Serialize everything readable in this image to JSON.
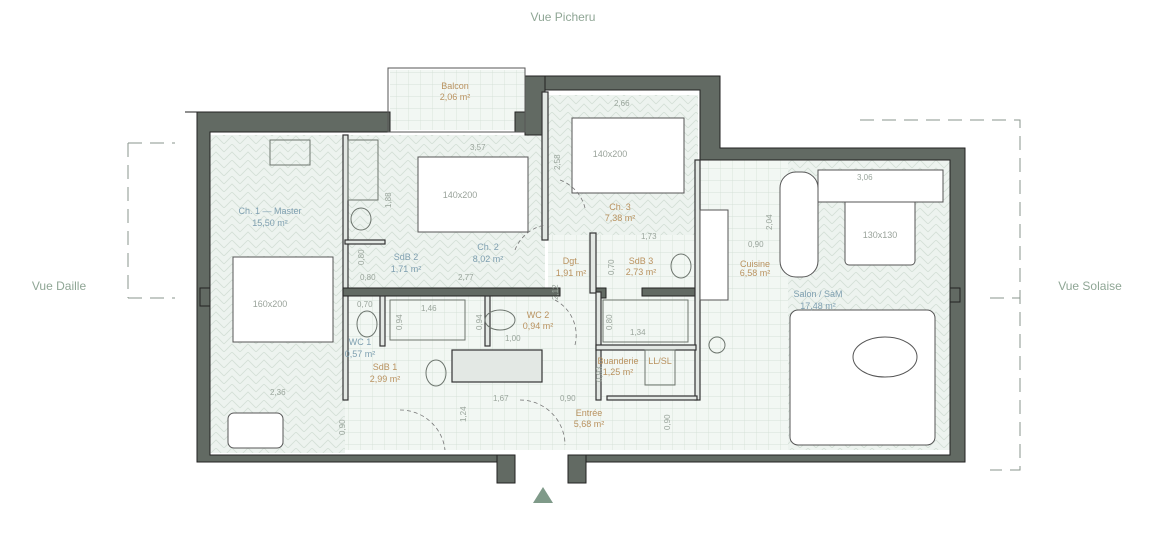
{
  "views": {
    "top": "Vue Picheru",
    "left": "Vue Daille",
    "right": "Vue Solaise"
  },
  "rooms": {
    "balcon": {
      "name": "Balcon",
      "area": "2,06 m²"
    },
    "ch1": {
      "name": "Ch. 1 — Master",
      "area": "15,50 m²",
      "bed": "160x200"
    },
    "ch2": {
      "name": "Ch. 2",
      "area": "8,02 m²",
      "bed": "140x200"
    },
    "ch3": {
      "name": "Ch. 3",
      "area": "7,38 m²",
      "bed": "140x200"
    },
    "sdb2": {
      "name": "SdB 2",
      "area": "1,71 m²"
    },
    "sdb3": {
      "name": "SdB 3",
      "area": "2,73 m²"
    },
    "dgt": {
      "name": "Dgt.",
      "area": "1,91 m²"
    },
    "cuisine": {
      "name": "Cuisine",
      "area": "6,58 m²"
    },
    "salon": {
      "name": "Salon / SàM",
      "area": "17,48 m²",
      "table": "130x130"
    },
    "wc1": {
      "name": "WC 1",
      "area": "0,57 m²"
    },
    "sdb1": {
      "name": "SdB 1",
      "area": "2,99 m²"
    },
    "wc2": {
      "name": "WC 2",
      "area": "0,94 m²"
    },
    "buanderie": {
      "name": "Buanderie",
      "area": "1,25 m²",
      "appliance": "LL/SL"
    },
    "entree": {
      "name": "Entrée",
      "area": "5,68 m²"
    }
  },
  "dimensions": [
    "3,57",
    "2,66",
    "2,58",
    "3,06",
    "1,73",
    "2,04",
    "0,90",
    "2,77",
    "0,80",
    "0,80",
    "1,88",
    "0,70",
    "1,46",
    "0,94",
    "0,94",
    "1,00",
    "2,12",
    "1,34",
    "0,80",
    "0,93",
    "1,67",
    "0,90",
    "2,36",
    "0,70",
    "1,24",
    "0,90",
    "0,90"
  ],
  "colors": {
    "wall": "#626a63",
    "floor": "#eef4f0",
    "view_label": "#8fa695",
    "room_label": "#7e9fb0",
    "area_label": "#b9925f"
  }
}
